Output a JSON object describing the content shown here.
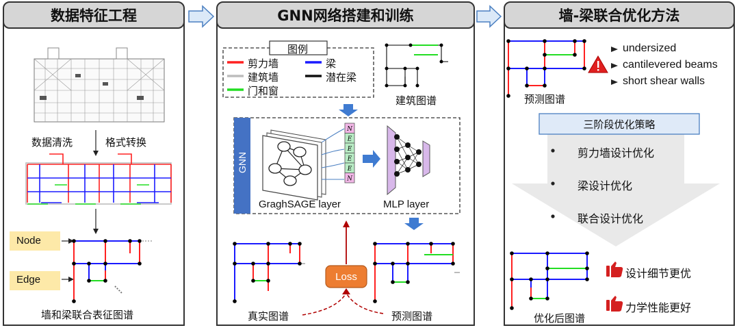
{
  "panels": {
    "left_title": "数据特征工程",
    "middle_title": "GNN网络搭建和训练",
    "right_title": "墙-梁联合优化方法"
  },
  "left": {
    "clean": "数据清洗",
    "convert": "格式转换",
    "node_label": "Node",
    "edge_label": "Edge",
    "caption": "墙和梁联合表征图谱"
  },
  "legend": {
    "title": "图例",
    "items": [
      {
        "label": "剪力墙",
        "color": "#ff2020"
      },
      {
        "label": "梁",
        "color": "#1a1aff"
      },
      {
        "label": "建筑墙",
        "color": "#bdbdbd"
      },
      {
        "label": "潜在梁",
        "color": "#111111"
      },
      {
        "label": "门和窗",
        "color": "#22dd22"
      }
    ]
  },
  "middle": {
    "arch_graph": "建筑图谱",
    "gnn_label": "GNN",
    "sage_label": "GraghSAGE layer",
    "mlp_label": "MLP layer",
    "loss": "Loss",
    "true_graph": "真实图谱",
    "pred_graph": "预测图谱",
    "vector": [
      "N",
      "E",
      "E",
      "E",
      "E",
      "N"
    ]
  },
  "right": {
    "issues": [
      "undersized",
      "cantilevered beams",
      "short shear walls"
    ],
    "pred_graph": "预测图谱",
    "strategy_title": "三阶段优化策略",
    "strategies": [
      "剪力墙设计优化",
      "梁设计优化",
      "联合设计优化"
    ],
    "benefits": [
      "设计细节更优",
      "力学性能更好"
    ],
    "opt_graph": "优化后图谱"
  }
}
